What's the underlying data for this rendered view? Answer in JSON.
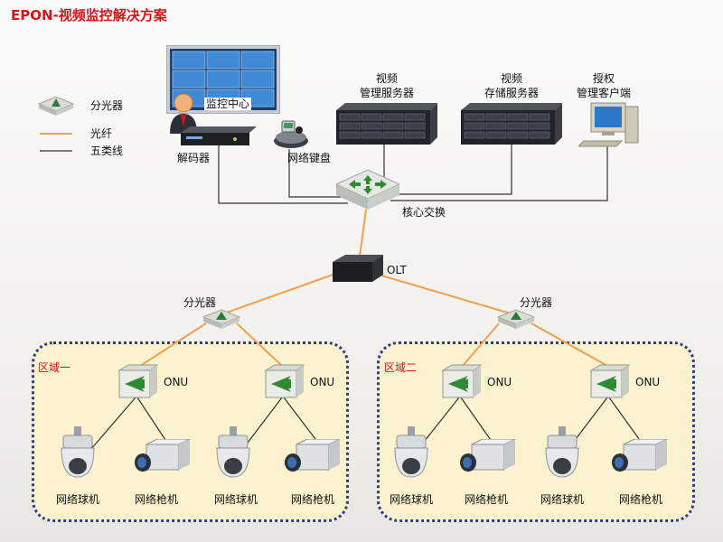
{
  "title": "EPON-视频监控解决方案",
  "legend": {
    "splitter": "分光器",
    "fiber": "光纤",
    "cat5": "五类线"
  },
  "nodes": {
    "monitor_center": "监控中心",
    "decoder": "解码器",
    "keyboard": "网络键盘",
    "mgmt_server_line1": "视频",
    "mgmt_server_line2": "管理服务器",
    "storage_server_line1": "视频",
    "storage_server_line2": "存储服务器",
    "client_line1": "授权",
    "client_line2": "管理客户端",
    "core_switch": "核心交换",
    "olt": "OLT",
    "splitter_left": "分光器",
    "splitter_right": "分光器"
  },
  "zones": [
    {
      "name": "区域一",
      "onu": [
        "ONU",
        "ONU"
      ],
      "devices": [
        "网络球机",
        "网络枪机",
        "网络球机",
        "网络枪机"
      ]
    },
    {
      "name": "区域二",
      "onu": [
        "ONU",
        "ONU"
      ],
      "devices": [
        "网络球机",
        "网络枪机",
        "网络球机",
        "网络枪机"
      ]
    }
  ],
  "colors": {
    "fiber": "#f0a050",
    "cat5": "#333333",
    "title": "#d8141a",
    "zone_border": "#2b3f8c",
    "zone_fill": "#fbf3cf"
  }
}
